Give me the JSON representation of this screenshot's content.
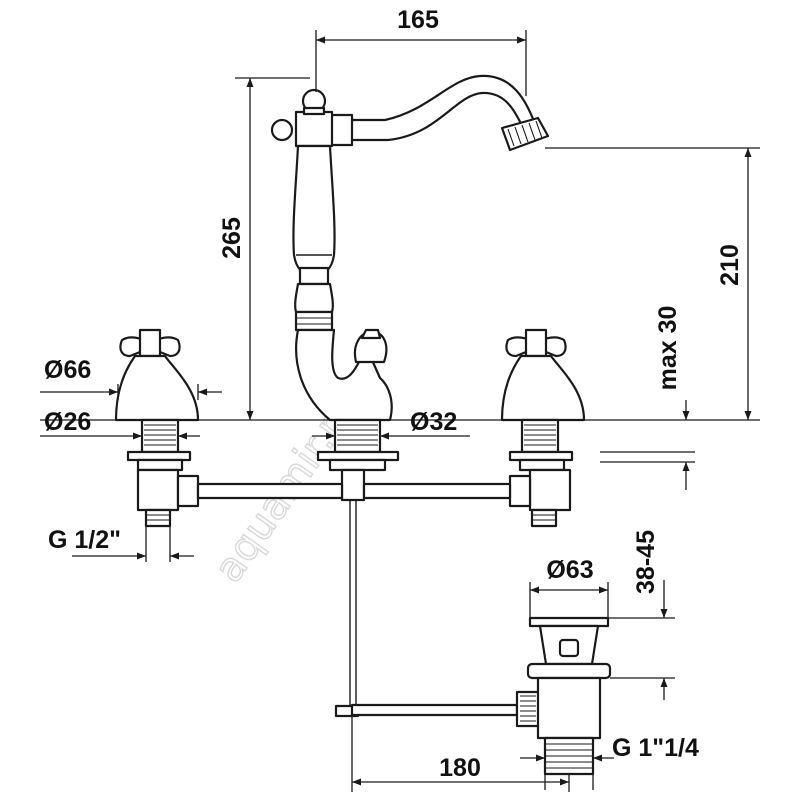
{
  "watermark": "aquamir.ru",
  "dimensions": {
    "spout_reach": "165",
    "total_height": "265",
    "spout_height": "210",
    "max_deck": "max 30",
    "handle_diameter": "Ø66",
    "base_diameter": "Ø26",
    "spout_base_diameter": "Ø32",
    "inlet_thread": "G 1/2\"",
    "drain_diameter": "Ø63",
    "drain_range": "38-45",
    "drain_reach": "180",
    "drain_thread": "G 1\"1/4"
  }
}
